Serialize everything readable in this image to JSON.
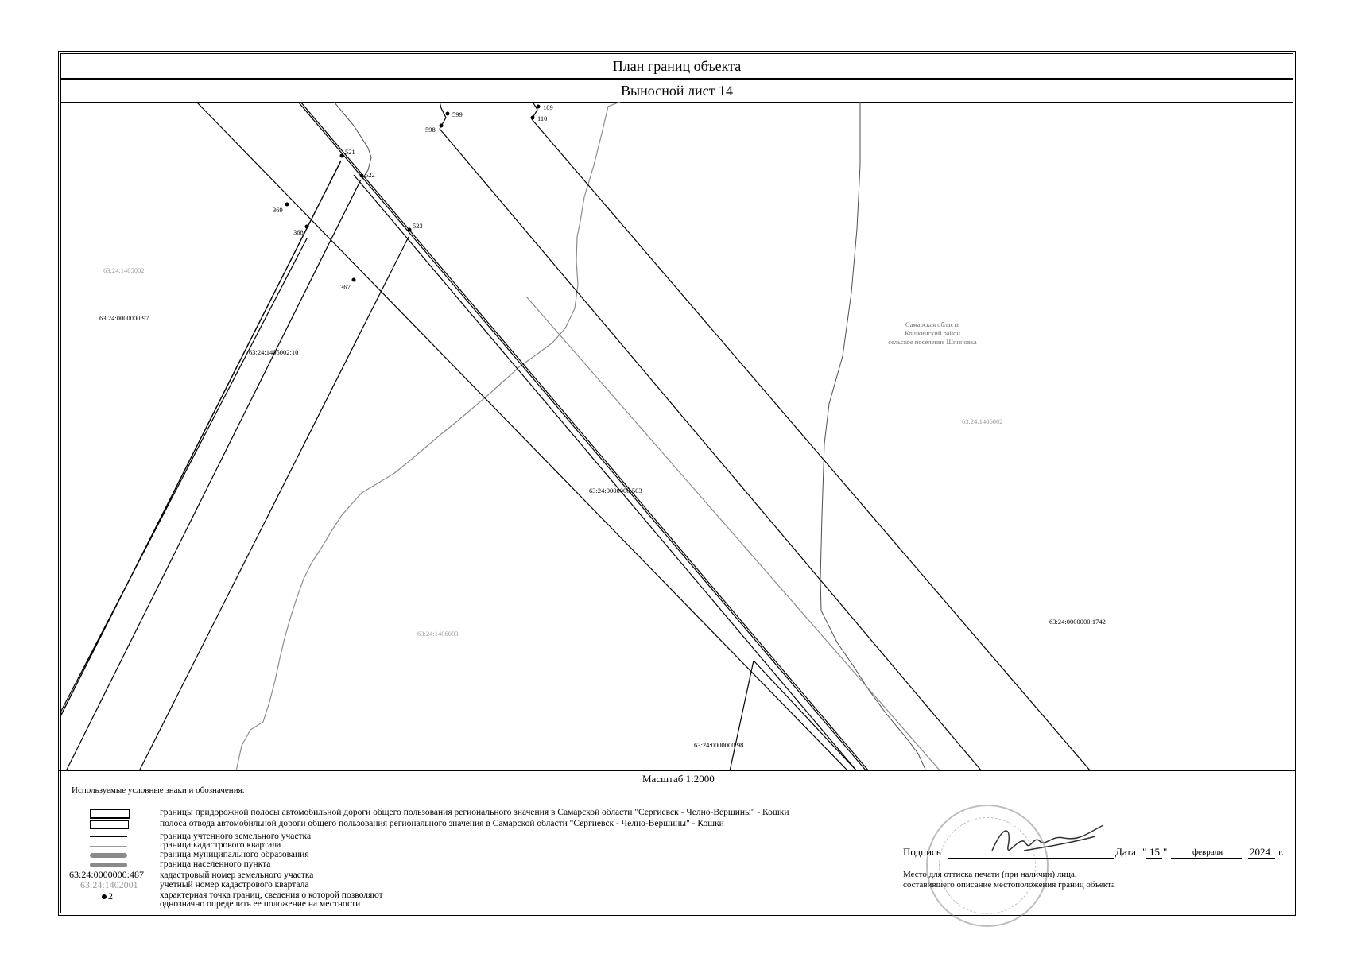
{
  "header": {
    "title": "План границ объекта",
    "sheet": "Выносной лист 14"
  },
  "map": {
    "points": [
      {
        "label": "109"
      },
      {
        "label": "110"
      },
      {
        "label": "599"
      },
      {
        "label": "598"
      },
      {
        "label": "521"
      },
      {
        "label": "522"
      },
      {
        "label": "369"
      },
      {
        "label": "368"
      },
      {
        "label": "523"
      },
      {
        "label": "367"
      }
    ],
    "parcels": {
      "p97": "63:24:0000000:97",
      "p10": "63:24:1405002:10",
      "p503": "63:24:0000000:503",
      "p98": "63:24:0000000:98",
      "p1742": "63:24:0000000:1742"
    },
    "quarters": {
      "q1": "63:24:1405002",
      "q2": "63:24:1406002",
      "q3": "63:24:1406003"
    },
    "settlement": {
      "line1": "Самарская область",
      "line2": "Кошкинский район",
      "line3": "сельское поселение Шпиновка"
    }
  },
  "scale": "Масштаб 1:2000",
  "legend": {
    "title": "Используемые условные знаки и обозначения:",
    "items": [
      "границы придорожной полосы автомобильной дороги общего пользования регионального значения в Самарской области \"Сергиевск - Челно-Вершины\" - Кошки",
      "полоса отвода автомобильной дороги общего пользования регионального значения в Самарской области \"Сергиевск - Челно-Вершины\" - Кошки",
      "граница учтенного земельного участка",
      "граница кадастрового квартала",
      "граница муниципального образования",
      "граница населенного пункта",
      "кадастровый номер земельного участка",
      "учетный номер кадастрового квартала",
      "характерная точка границ, сведения о которой позволяют",
      "однозначно определить ее положение на местности"
    ],
    "sample_parcel": "63:24:0000000:487",
    "sample_quarter": "63:24:1402001",
    "sample_point": "2"
  },
  "signature": {
    "label": "Подпись",
    "date_label": "Дата",
    "day": "15",
    "month": "февраля",
    "year": "2024",
    "year_suffix": "г.",
    "stamp_line1": "Место для оттиска печати (при наличии) лица,",
    "stamp_line2": "составившего описание местоположения границ объекта"
  },
  "colors": {
    "line": "#000000",
    "quarter_line": "#8c8c8c",
    "faint_text": "#9a9a9a"
  }
}
